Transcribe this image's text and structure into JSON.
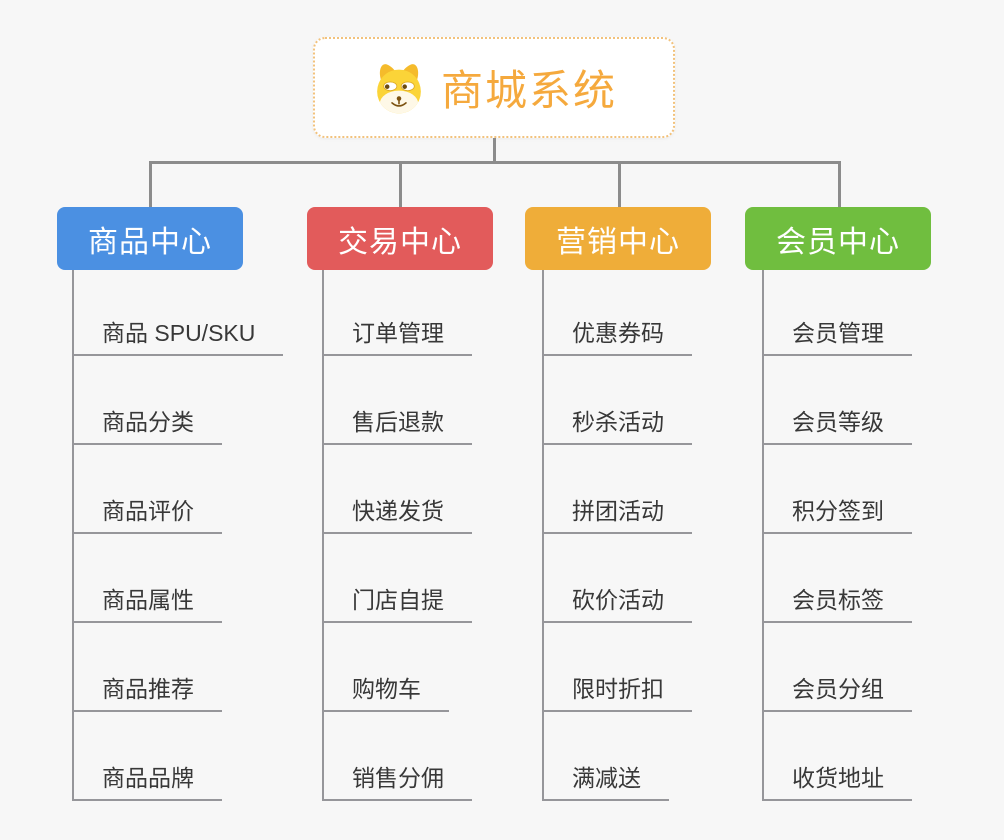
{
  "root": {
    "title": "商城系统",
    "icon": "dog-face-icon",
    "accent_color": "#F5A93D",
    "border_color": "#F2C27C"
  },
  "branches": [
    {
      "label": "商品中心",
      "color": "#4B90E2",
      "children": [
        "商品 SPU/SKU",
        "商品分类",
        "商品评价",
        "商品属性",
        "商品推荐",
        "商品品牌"
      ]
    },
    {
      "label": "交易中心",
      "color": "#E25B5B",
      "children": [
        "订单管理",
        "售后退款",
        "快递发货",
        "门店自提",
        "购物车",
        "销售分佣"
      ]
    },
    {
      "label": "营销中心",
      "color": "#EFAD39",
      "children": [
        "优惠券码",
        "秒杀活动",
        "拼团活动",
        "砍价活动",
        "限时折扣",
        "满减送"
      ]
    },
    {
      "label": "会员中心",
      "color": "#70BE3F",
      "children": [
        "会员管理",
        "会员等级",
        "积分签到",
        "会员标签",
        "会员分组",
        "收货地址"
      ]
    }
  ],
  "colors": {
    "background": "#F7F7F7",
    "connector": "#8C8C8C",
    "leaf_underline": "#96969A",
    "leaf_text": "#383838",
    "branch_text": "#FFFFFF"
  }
}
